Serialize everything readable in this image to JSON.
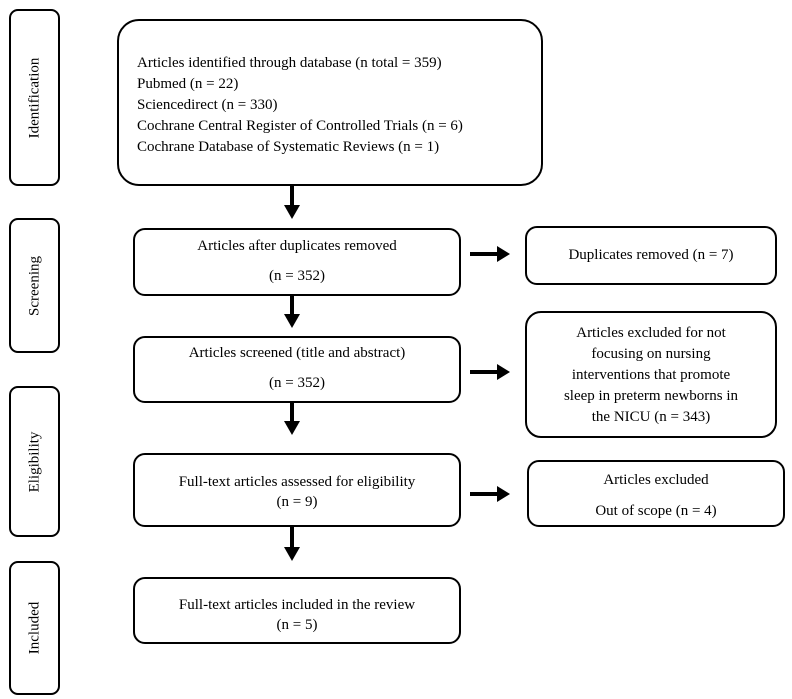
{
  "phases": {
    "identification": "Identification",
    "screening": "Screening",
    "eligibility": "Eligibility",
    "included": "Included"
  },
  "identified": {
    "lines": [
      "Articles identified through database (n total = 359)",
      "Pubmed (n = 22)",
      "Sciencedirect (n = 330)",
      "Cochrane Central Register of Controlled Trials (n = 6)",
      "Cochrane Database of Systematic Reviews  (n = 1)"
    ]
  },
  "after_duplicates": {
    "label": "Articles after duplicates removed",
    "count": "(n = 352)"
  },
  "duplicates_removed": {
    "label": "Duplicates removed (n = 7)"
  },
  "screened": {
    "label": "Articles screened (title and abstract)",
    "count": "(n = 352)"
  },
  "excluded_screening": {
    "lines": [
      "Articles excluded for not",
      "focusing on nursing",
      "interventions that promote",
      "sleep in preterm newborns in",
      "the NICU  (n = 343)"
    ]
  },
  "fulltext_assessed": {
    "label": "Full-text articles assessed for eligibility",
    "count": "(n = 9)"
  },
  "excluded_eligibility": {
    "label": "Articles excluded",
    "reason": "Out of scope (n = 4)"
  },
  "included_review": {
    "label": "Full-text articles included in the review",
    "count": "(n = 5)"
  }
}
